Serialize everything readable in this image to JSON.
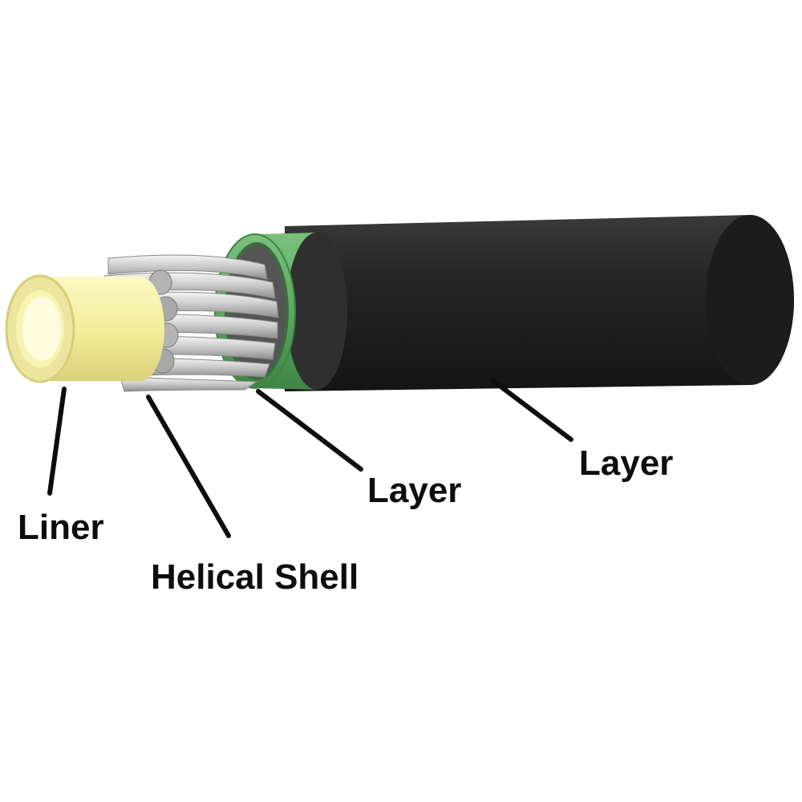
{
  "labels": {
    "liner": "Liner",
    "helical_shell": "Helical Shell",
    "inner_layer": "Layer",
    "outer_layer": "Layer"
  },
  "colors": {
    "background": "#ffffff",
    "outer_jacket": "#1f1f1f",
    "middle_layer": "#5aa85f",
    "helical_wires": "#c9c9c9",
    "liner": "#f2ee9a",
    "leader_lines": "#0d0d0d"
  }
}
